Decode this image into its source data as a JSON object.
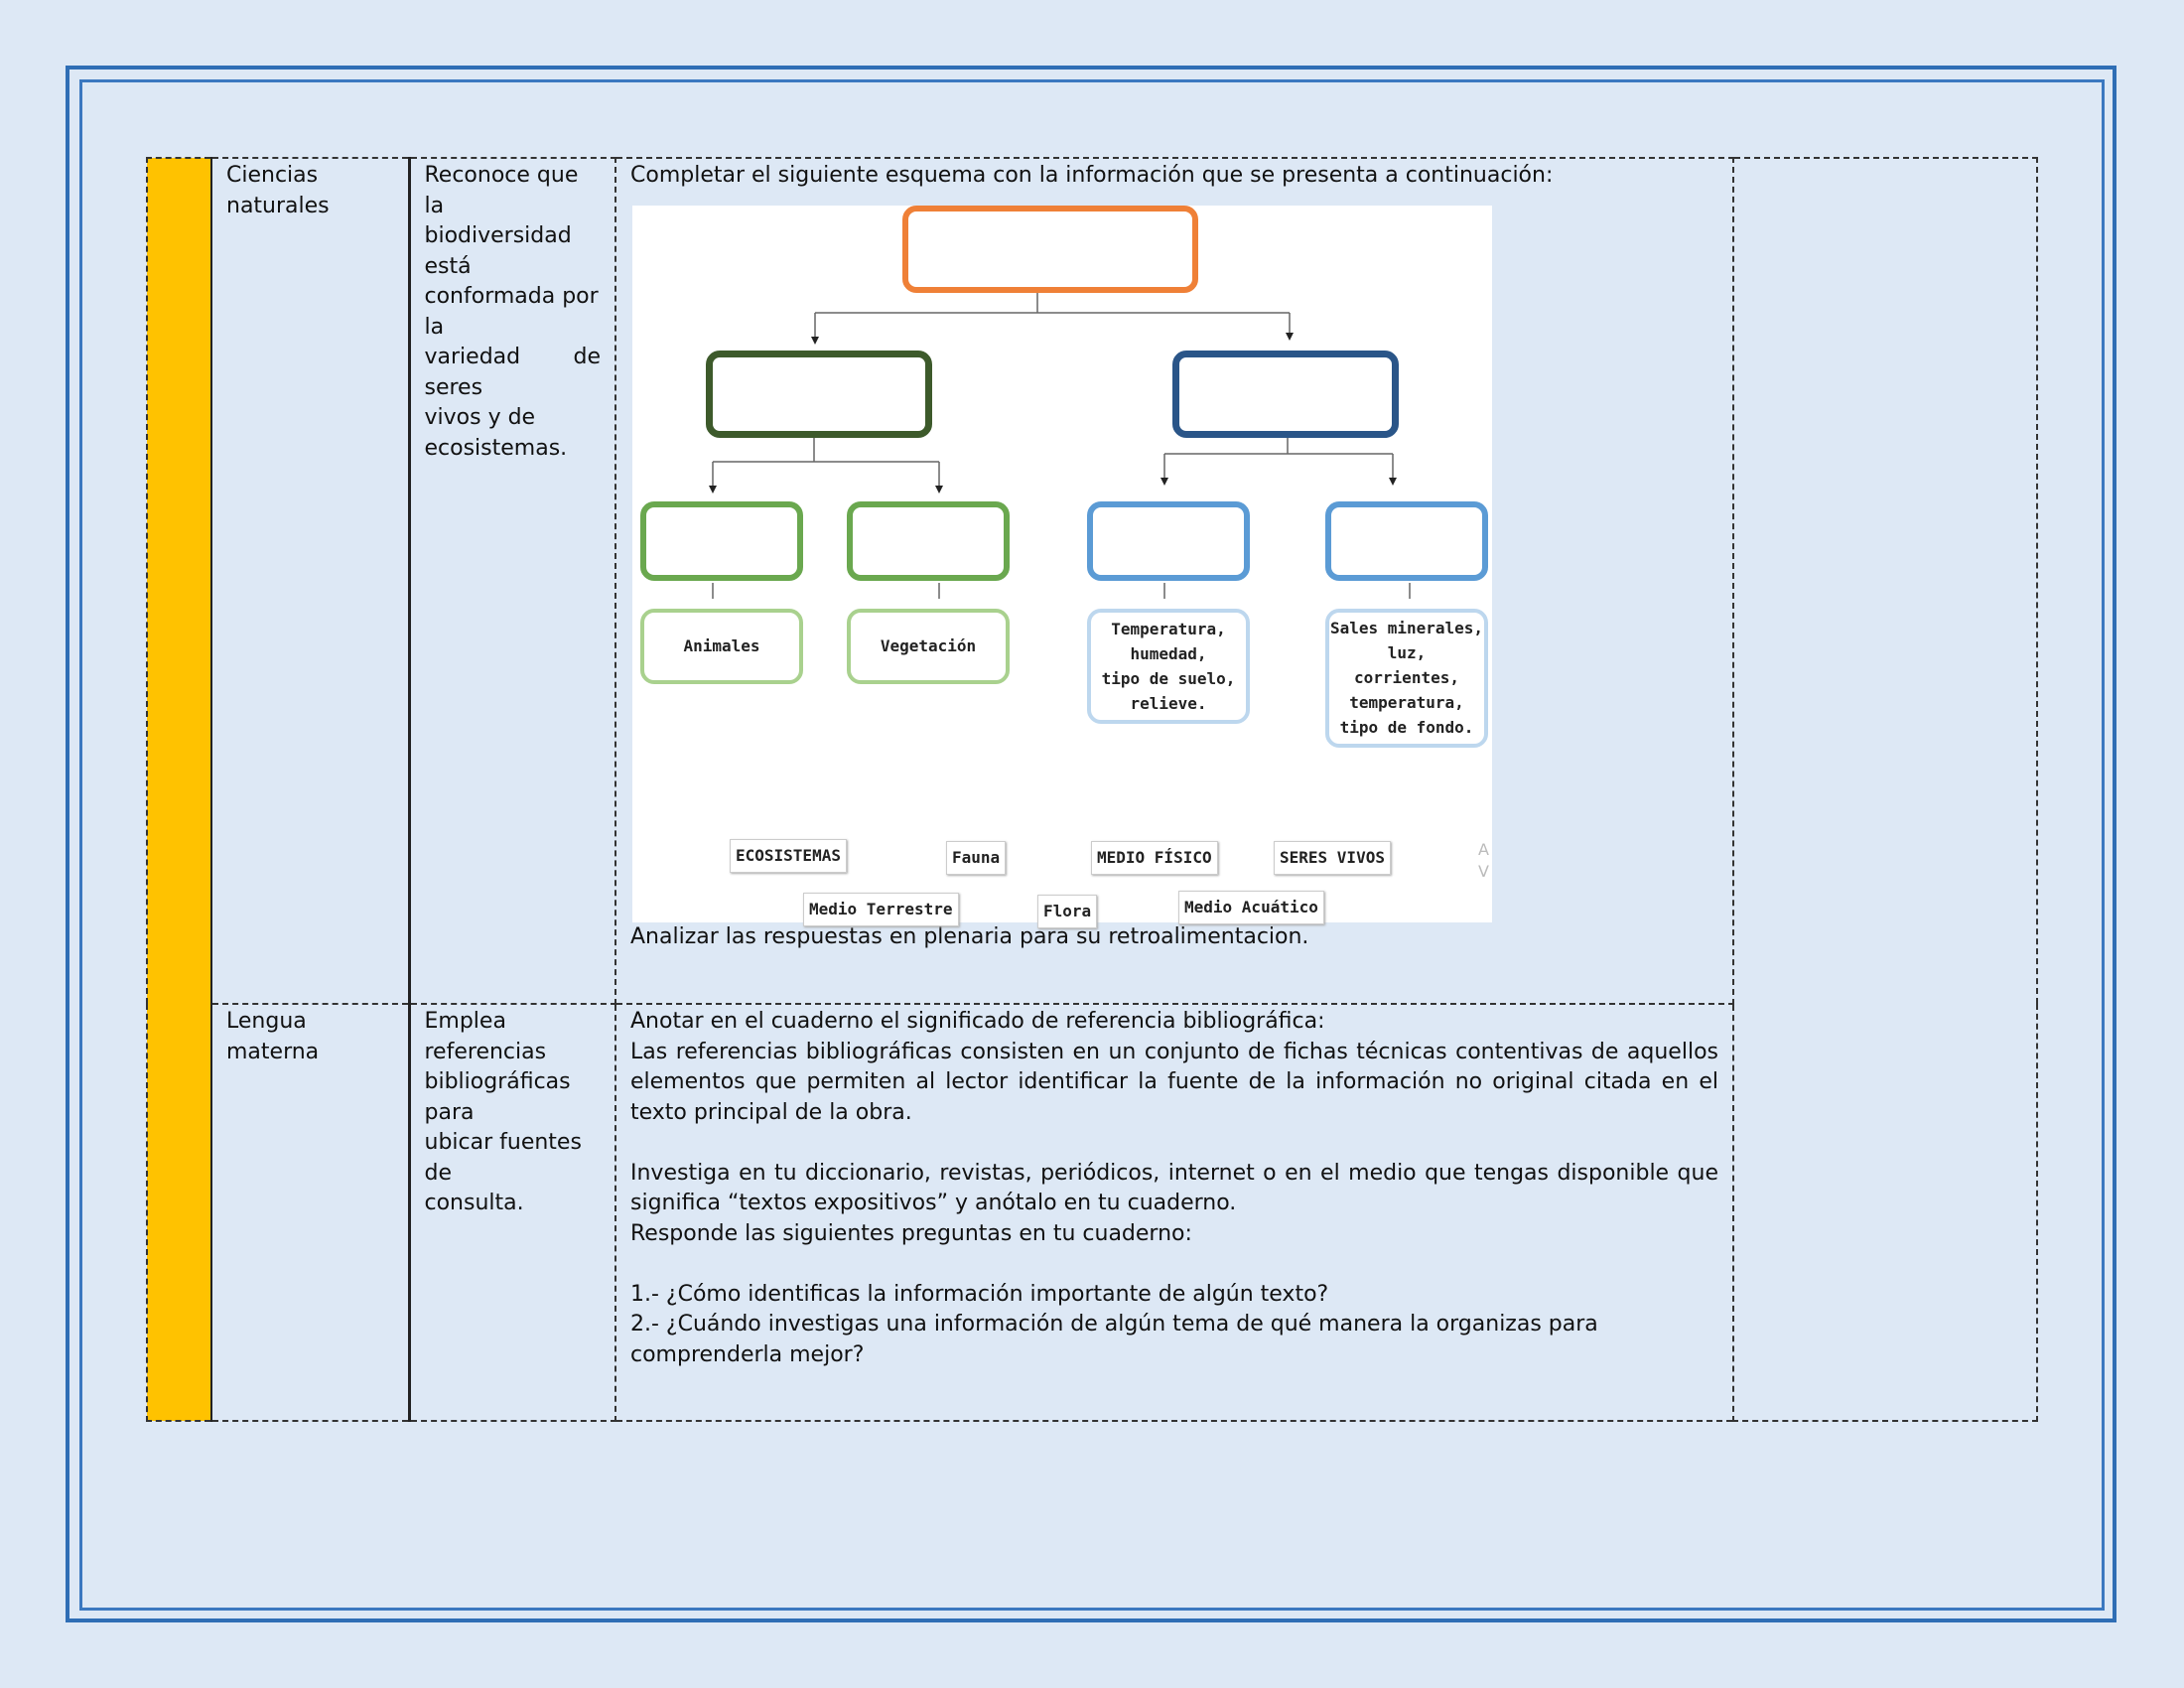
{
  "rows": [
    {
      "subject": [
        "Ciencias",
        "naturales"
      ],
      "objective": [
        "Reconoce que la",
        "biodiversidad",
        "está",
        "conformada por",
        "la",
        "variedad de",
        "seres",
        "vivos y de",
        "ecosistemas."
      ],
      "activity_intro": "Completar el siguiente esquema con la información que se presenta a continuación:",
      "activity_outro": "Analizar las respuestas en plenaria para su retroalimentacion."
    },
    {
      "subject": [
        "Lengua",
        "materna"
      ],
      "objective": [
        "Emplea",
        "referencias",
        "bibliográficas",
        "para",
        "ubicar fuentes",
        "de",
        "consulta."
      ],
      "activity": [
        "Anotar en el cuaderno el significado de referencia bibliográfica:",
        "Las referencias bibliográficas consisten en un conjunto de fichas técnicas contentivas de aquellos elementos que permiten al lector identificar la fuente de la información no original citada en el texto principal de la obra.",
        "",
        "Investiga en tu diccionario, revistas, periódicos, internet o en el medio que tengas disponible que significa “textos expositivos” y anótalo en tu cuaderno.",
        "Responde las siguientes preguntas en tu cuaderno:",
        "",
        "1.- ¿Cómo identificas la información importante de algún texto?",
        "2.- ¿Cuándo investigas una información de algún tema de qué manera la organizas para comprenderla mejor?"
      ]
    }
  ],
  "diagram": {
    "leaves": [
      [
        "Animales"
      ],
      [
        "Vegetación"
      ],
      [
        "Temperatura,",
        "humedad,",
        "tipo de suelo,",
        "relieve."
      ],
      [
        "Sales minerales,",
        "luz,",
        "corrientes,",
        "temperatura,",
        "tipo de fondo."
      ]
    ],
    "word_bank": [
      "ECOSISTEMAS",
      "Fauna",
      "MEDIO FÍSICO",
      "SERES VIVOS",
      "Medio Terrestre",
      "Flora",
      "Medio Acuático"
    ],
    "watermark": [
      "A",
      "V"
    ],
    "colors": {
      "top": "#ef8037",
      "dark_green": "#3d5a2b",
      "dark_blue": "#2a5588",
      "green": "#6aa84f",
      "blue": "#5b9bd5",
      "accent": "#ffc200"
    }
  }
}
